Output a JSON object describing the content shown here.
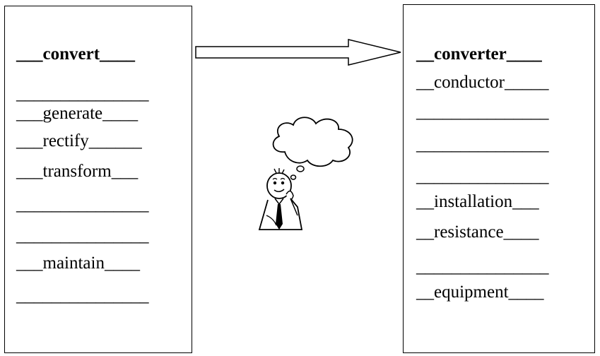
{
  "left_column": {
    "lines": [
      {
        "text": "___convert____",
        "bold": true
      },
      {
        "text": "_______________",
        "bold": false
      },
      {
        "text": "___generate____",
        "bold": false
      },
      {
        "text": "___rectify______",
        "bold": false
      },
      {
        "text": "___transform___",
        "bold": false
      },
      {
        "text": "_______________",
        "bold": false
      },
      {
        "text": "_______________",
        "bold": false
      },
      {
        "text": "___maintain____",
        "bold": false
      },
      {
        "text": "_______________",
        "bold": false
      }
    ]
  },
  "right_column": {
    "lines": [
      {
        "text": "__converter____",
        "bold": true
      },
      {
        "text": "__conductor_____",
        "bold": false
      },
      {
        "text": "_______________",
        "bold": false
      },
      {
        "text": "_______________",
        "bold": false
      },
      {
        "text": "_______________",
        "bold": false
      },
      {
        "text": "__installation___",
        "bold": false
      },
      {
        "text": "__resistance____",
        "bold": false
      },
      {
        "text": "_______________",
        "bold": false
      },
      {
        "text": "__equipment____",
        "bold": false
      }
    ]
  },
  "illustration": {
    "icon": "thinking-man-icon"
  },
  "connector": {
    "icon": "right-arrow-icon"
  }
}
